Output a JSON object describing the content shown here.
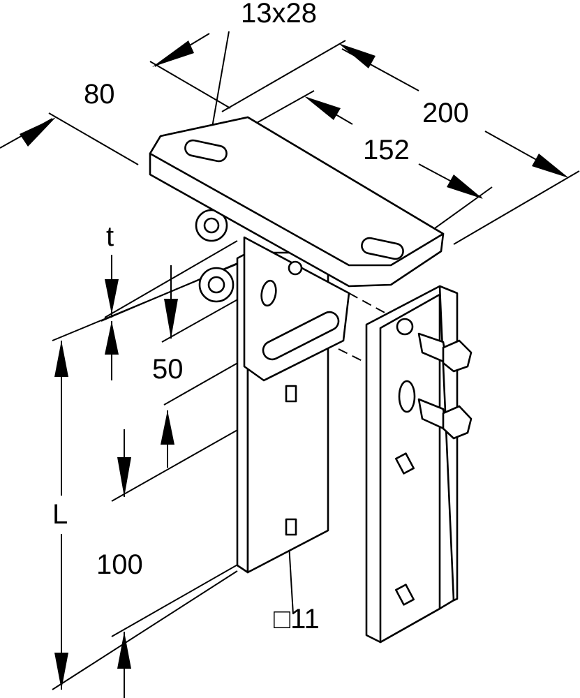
{
  "dimensions": {
    "slot_size": "13x28",
    "plate_depth": "80",
    "plate_length": "200",
    "hole_spacing": "152",
    "thickness": "t",
    "offset_50": "50",
    "length": "L",
    "offset_100": "100",
    "square_hole": "□11"
  }
}
